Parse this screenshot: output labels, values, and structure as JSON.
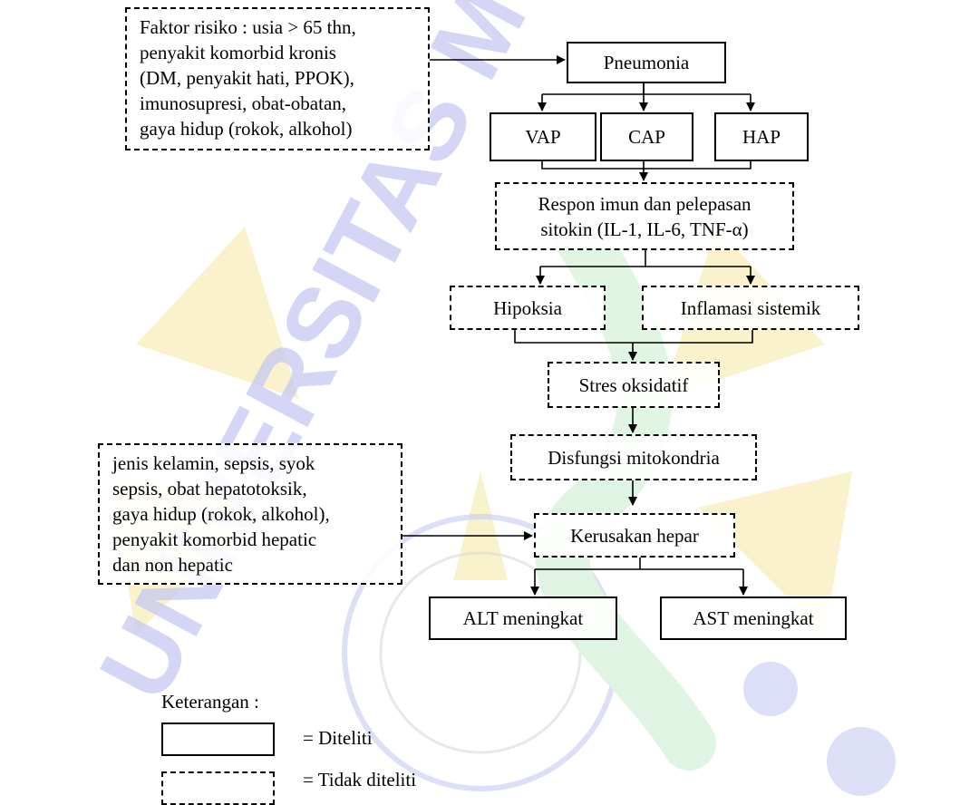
{
  "diagram": {
    "risk_factors_pneumonia": "Faktor risiko : usia > 65 thn,\npenyakit komorbid kronis\n(DM, penyakit hati, PPOK),\nimunosupresi, obat-obatan,\ngaya hidup (rokok, alkohol)",
    "pneumonia": "Pneumonia",
    "vap": "VAP",
    "cap": "CAP",
    "hap": "HAP",
    "immune_response": "Respon imun dan pelepasan\nsitokin (IL-1, IL-6, TNF-α)",
    "hypoxia": "Hipoksia",
    "systemic_inflammation": "Inflamasi sistemik",
    "oxidative_stress": "Stres oksidatif",
    "mito_dysfunction": "Disfungsi mitokondria",
    "liver_damage": "Kerusakan hepar",
    "risk_factors_liver": "jenis kelamin, sepsis, syok\nsepsis, obat hepatotoksik,\ngaya hidup (rokok, alkohol),\npenyakit komorbid hepatic\ndan non hepatic",
    "alt": "ALT meningkat",
    "ast": "AST meningkat"
  },
  "legend": {
    "title": "Keterangan :",
    "solid_label": "= Diteliti",
    "dashed_label": "= Tidak diteliti"
  },
  "watermark": {
    "text": "UNIVERSITAS MUHAMMADIYAH",
    "colors": {
      "blue": "#c7c9f2",
      "yellow": "#f6e8a4",
      "green": "#cdeed1"
    }
  }
}
